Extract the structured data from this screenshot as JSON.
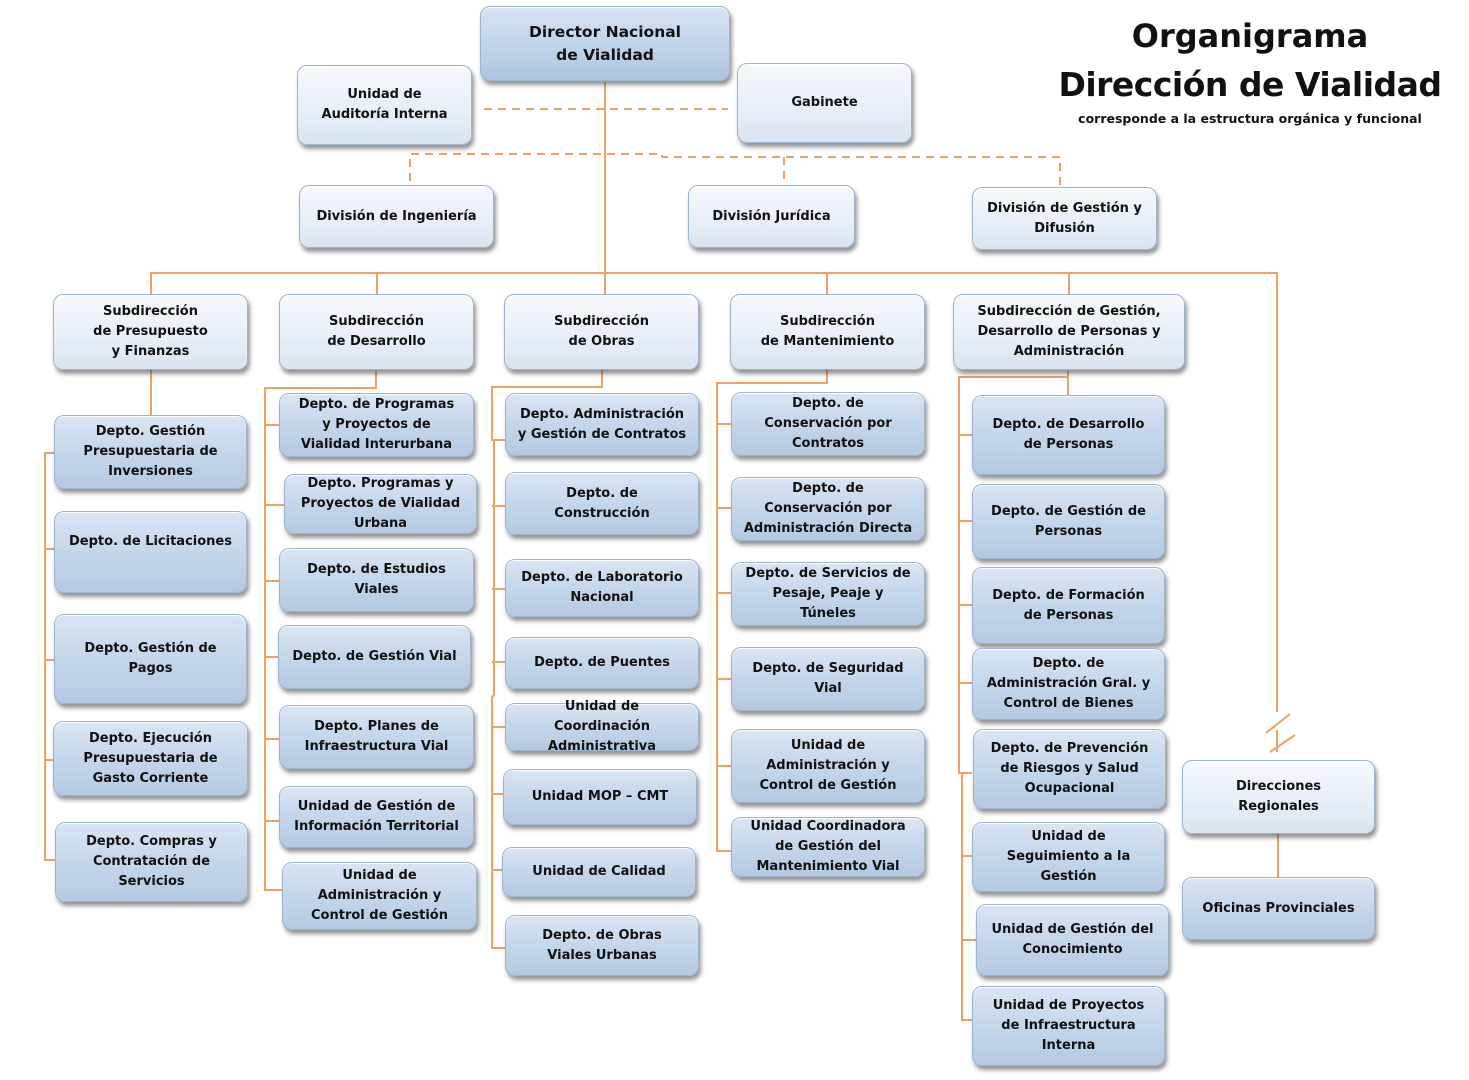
{
  "title": {
    "line1": "Organigrama",
    "line2": "Dirección de Vialidad",
    "subtitle": "corresponde a la estructura orgánica y funcional"
  },
  "colors": {
    "connector": "#f0a060",
    "box_light": "#e6eef8",
    "box_dark": "#c3d5ea",
    "text": "#111111"
  },
  "top": {
    "director": "Director Nacional\nde Vialidad",
    "auditoria": "Unidad de\nAuditoría Interna",
    "gabinete": "Gabinete"
  },
  "divisions": [
    "División de Ingeniería",
    "División Jurídica",
    "División de Gestión y\nDifusión"
  ],
  "subdirecciones": [
    {
      "name": "Subdirección\nde Presupuesto\ny Finanzas",
      "units": [
        "Depto. Gestión\nPresupuestaria de\nInversiones",
        "Depto. de Licitaciones",
        "Depto. Gestión de\nPagos",
        "Depto. Ejecución\nPresupuestaria de\nGasto Corriente",
        "Depto. Compras y\nContratación de\nServicios"
      ]
    },
    {
      "name": "Subdirección\nde Desarrollo",
      "units": [
        "Depto. de Programas\ny Proyectos de\nVialidad Interurbana",
        "Depto. Programas y\nProyectos de Vialidad\nUrbana",
        "Depto. de Estudios\nViales",
        "Depto. de Gestión Vial",
        "Depto. Planes de\nInfraestructura Vial",
        "Unidad de Gestión de\nInformación Territorial",
        "Unidad de\nAdministración y\nControl de Gestión"
      ]
    },
    {
      "name": "Subdirección\nde Obras",
      "units": [
        "Depto. Administración\ny Gestión de Contratos",
        "Depto. de\nConstrucción",
        "Depto. de Laboratorio\nNacional",
        "Depto. de Puentes",
        "Unidad de\nCoordinación\nAdministrativa",
        "Unidad MOP – CMT",
        "Unidad de Calidad",
        "Depto. de Obras\nViales Urbanas"
      ]
    },
    {
      "name": "Subdirección\nde Mantenimiento",
      "units": [
        "Depto. de\nConservación por\nContratos",
        "Depto. de\nConservación por\nAdministración Directa",
        "Depto. de Servicios de\nPesaje, Peaje y\nTúneles",
        "Depto. de Seguridad\nVial",
        "Unidad de\nAdministración y\nControl de Gestión",
        "Unidad Coordinadora\nde Gestión del\nMantenimiento Vial"
      ]
    },
    {
      "name": "Subdirección de Gestión,\nDesarrollo de Personas y\nAdministración",
      "units": [
        "Depto. de Desarrollo\nde Personas",
        "Depto. de Gestión de\nPersonas",
        "Depto. de Formación\nde Personas",
        "Depto. de\nAdministración Gral. y\nControl de Bienes",
        "Depto. de Prevención\nde Riesgos y Salud\nOcupacional",
        "Unidad de\nSeguimiento a la\nGestión",
        "Unidad de Gestión del\nConocimiento",
        "Unidad de Proyectos\nde Infraestructura\nInterna"
      ]
    }
  ],
  "regional": {
    "direcciones": "Direcciones\nRegionales",
    "oficinas": "Oficinas Provinciales"
  }
}
